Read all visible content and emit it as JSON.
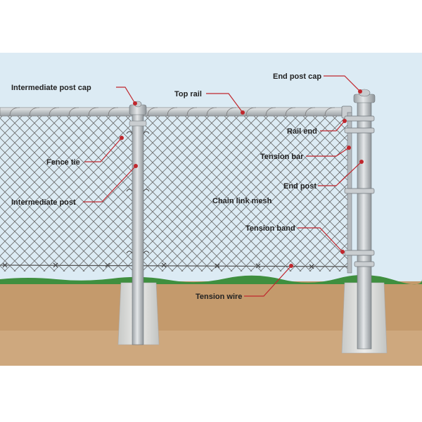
{
  "colors": {
    "sky": "#dcebf4",
    "ground": "#c49a6c",
    "grass": "#3f8f3f",
    "metal": "#bcc1c5",
    "metal_dark": "#6f767b",
    "footing": "#d4d6d4",
    "leader": "#c0272d",
    "mesh": "#6b6b6b"
  },
  "labels": {
    "intermediate_post_cap": "Intermediate post cap",
    "top_rail": "Top rail",
    "end_post_cap": "End post cap",
    "rail_end": "Rail end",
    "fence_tie": "Fence tie",
    "tension_bar": "Tension bar",
    "end_post": "End post",
    "chain_link_mesh": "Chain link mesh",
    "intermediate_post": "Intermediate post",
    "tension_band": "Tension band",
    "tension_wire": "Tension wire"
  }
}
